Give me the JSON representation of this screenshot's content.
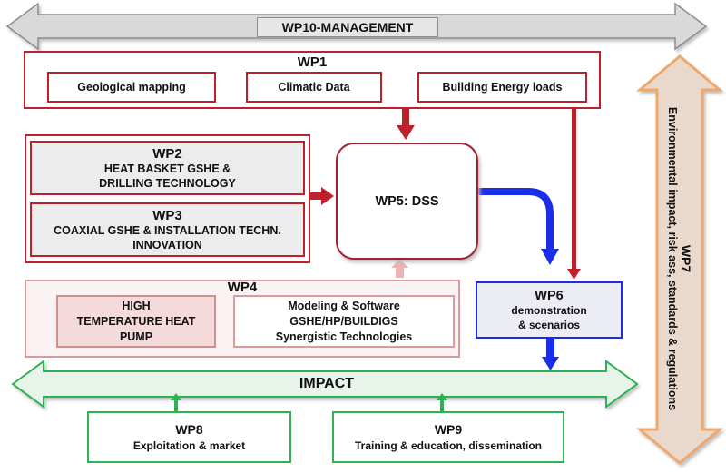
{
  "wp10": {
    "label": "WP10-MANAGEMENT"
  },
  "wp1": {
    "title": "WP1",
    "items": [
      "Geological mapping",
      "Climatic Data",
      "Building Energy loads"
    ]
  },
  "wp2": {
    "title": "WP2",
    "line1": "HEAT BASKET GSHE &",
    "line2": "DRILLING TECHNOLOGY"
  },
  "wp3": {
    "title": "WP3",
    "line1": "COAXIAL GSHE & INSTALLATION TECHN.",
    "line2": "INNOVATION"
  },
  "wp5": {
    "label": "WP5: DSS"
  },
  "wp4": {
    "title": "WP4",
    "heat_pump": [
      "HIGH",
      "TEMPERATURE HEAT",
      "PUMP"
    ],
    "modeling": [
      "Modeling & Software",
      "GSHE/HP/BUILDIGS",
      "Synergistic Technologies"
    ]
  },
  "wp6": {
    "title": "WP6",
    "line1": "demonstration",
    "line2": "& scenarios"
  },
  "wp7": {
    "title": "WP7",
    "line1": "Environmental impact, risk ass, standards & regulations"
  },
  "impact": {
    "label": "IMPACT"
  },
  "wp8": {
    "title": "WP8",
    "subtitle": "Exploitation & market"
  },
  "wp9": {
    "title": "WP9",
    "subtitle": "Training & education, dissemination"
  },
  "colors": {
    "wp1_red": "#c0202a",
    "wp5_blue_arrow": "#1a2ee8",
    "impact_green": "#2fb24f",
    "wp10_grey": "#d9d9d9",
    "wp7_orange": "#f0a86b"
  }
}
